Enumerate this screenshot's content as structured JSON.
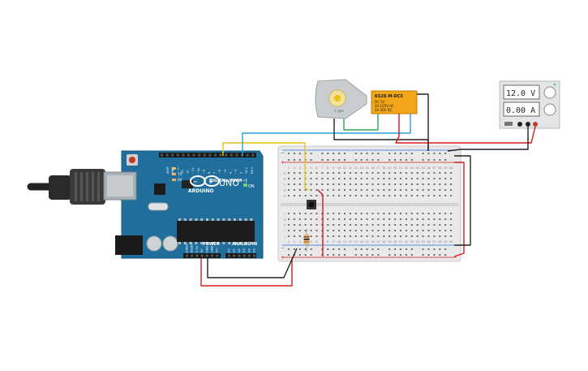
{
  "arduino": {
    "brand_label": "ARDUINO",
    "model_label": "UNO",
    "digital_header_label": "DIGITAL (PWM~)",
    "power_header_label": "POWER",
    "analog_header_label": "ANALOG IN",
    "on_label": "ON",
    "aref_label": "AREF",
    "gnd_label": "GND",
    "tx_label": "TX",
    "rx_label": "RX",
    "l_label": "L",
    "digital_pin_labels": [
      "13",
      "12",
      "~11",
      "~10",
      "~9",
      "8",
      "7",
      "~6",
      "~5",
      "4",
      "~3",
      "2",
      "TX 1",
      "RX 0"
    ],
    "power_pin_labels": [
      "IOREF",
      "RESET",
      "3.3V",
      "5V",
      "GND",
      "GND",
      "Vin"
    ],
    "analog_pin_labels": [
      "A0",
      "A1",
      "A2",
      "A3",
      "A4",
      "A5"
    ]
  },
  "motor": {
    "label": "1 rpm"
  },
  "relay": {
    "part_label": "KS2E-M-DC5",
    "lines": [
      "DC 5V",
      "2A 125V AC",
      "2A 30V DC"
    ]
  },
  "power_supply": {
    "voltage_display": "12.0 V",
    "current_display": "0.00 A"
  },
  "breadboard": {
    "column_numbers": [
      "1",
      "2",
      "3",
      "4",
      "5",
      "6",
      "7",
      "8",
      "9",
      "10",
      "11",
      "12",
      "13",
      "14",
      "15",
      "16",
      "17",
      "18",
      "19",
      "20",
      "21",
      "22",
      "23",
      "24",
      "25",
      "26",
      "27",
      "28",
      "29",
      "30"
    ],
    "row_letters_top": [
      "a",
      "b",
      "c",
      "d",
      "e"
    ],
    "row_letters_bottom": [
      "f",
      "g",
      "h",
      "i",
      "j"
    ]
  },
  "colors": {
    "board_blue": "#1f6e9c",
    "wire_red": "#d21a1a",
    "wire_black": "#222222",
    "wire_yellow": "#e8c21a",
    "wire_blue": "#2aa0d8",
    "wire_green": "#2aa84a",
    "relay_orange": "#f2a516"
  }
}
